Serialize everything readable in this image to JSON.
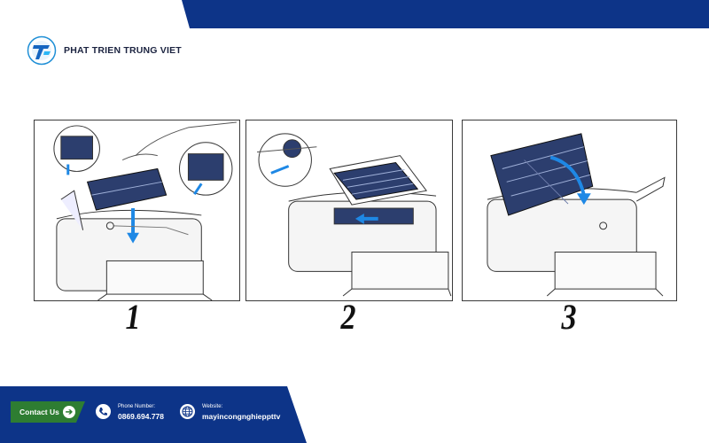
{
  "header": {
    "brand_name": "PHAT TRIEN TRUNG VIET",
    "logo_icon": "trung-viet-logo",
    "band_color": "#0d3488"
  },
  "steps": [
    {
      "number": "1",
      "illustration": "insert-toner-cartridge"
    },
    {
      "number": "2",
      "illustration": "push-cartridge-into-slot"
    },
    {
      "number": "3",
      "illustration": "close-printer-cover"
    }
  ],
  "footer": {
    "band_color": "#0d3488",
    "contact_label": "Contact Us",
    "contact_color": "#2e7d32",
    "phone_label": "Phone Number:",
    "phone_value": "0869.694.778",
    "website_label": "Website:",
    "website_value": "mayincongnghieppttv"
  }
}
